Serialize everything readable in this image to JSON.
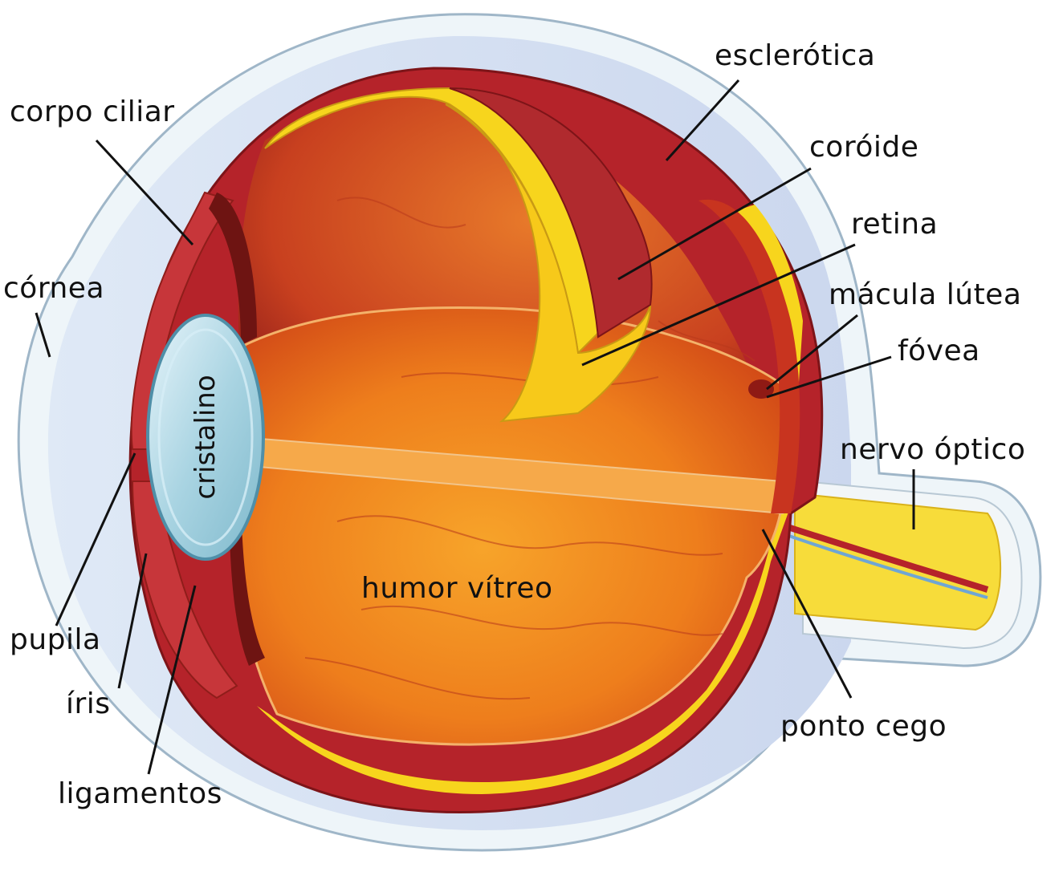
{
  "labels": {
    "corpo_ciliar": "corpo ciliar",
    "cornea": "córnea",
    "pupila": "pupila",
    "iris": "íris",
    "ligamentos": "ligamentos",
    "cristalino": "cristalino",
    "humor_vitreo": "humor vítreo",
    "esclerotica": "esclerótica",
    "coroide": "coróide",
    "retina": "retina",
    "macula_lutea": "mácula lútea",
    "fovea": "fóvea",
    "nervo_optico": "nervo óptico",
    "ponto_cego": "ponto cego"
  },
  "colors": {
    "sclera": "#e8f2f8",
    "sclera_inner": "#c9d8ee",
    "choroid": "#b5232a",
    "retina": "#f7d51d",
    "vitreous": "#f08a1c",
    "vitreous_dark": "#d8561a",
    "lens": "#a9d4e2",
    "leader_line": "#111111"
  }
}
